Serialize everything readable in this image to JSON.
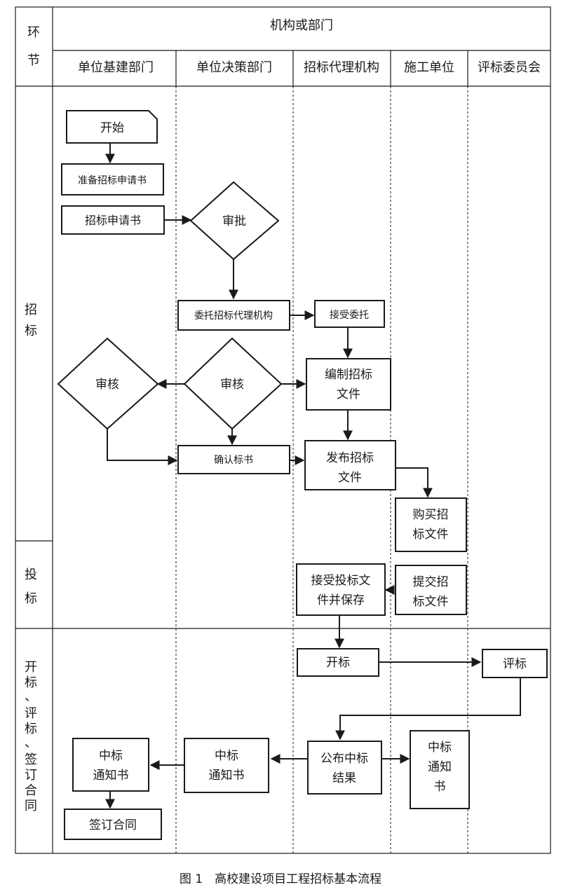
{
  "header": {
    "stage_header": [
      "环",
      "节"
    ],
    "org_header": "机构或部门",
    "columns": [
      "单位基建部门",
      "单位决策部门",
      "招标代理机构",
      "施工单位",
      "评标委员会"
    ]
  },
  "stages": {
    "bidding": [
      "招",
      "标"
    ],
    "tender": [
      "投",
      "标"
    ],
    "open": [
      "开标、",
      "评标、",
      "签订合同"
    ]
  },
  "nodes": {
    "start": "开始",
    "prepare": "准备招标申请书",
    "application": "招标申请书",
    "approve": "审批",
    "entrust": "委托招标代理机构",
    "accept_entrust": "接受委托",
    "compile": [
      "编制招标",
      "文件"
    ],
    "review_decision": "审核",
    "review_infra": "审核",
    "confirm": "确认标书",
    "publish": [
      "发布招标",
      "文件"
    ],
    "buy": [
      "购买招",
      "标文件"
    ],
    "receive": [
      "接受投标文",
      "件并保存"
    ],
    "submit": [
      "提交招",
      "标文件"
    ],
    "open_bid": "开标",
    "evaluate": "评标",
    "announce": [
      "公布中标",
      "结果"
    ],
    "notice_decision": [
      "中标",
      "通知书"
    ],
    "notice_infra": [
      "中标",
      "通知书"
    ],
    "notice_construction": [
      "中标",
      "通知",
      "书"
    ],
    "sign": "签订合同"
  },
  "caption": "图 1　高校建设项目工程招标基本流程"
}
